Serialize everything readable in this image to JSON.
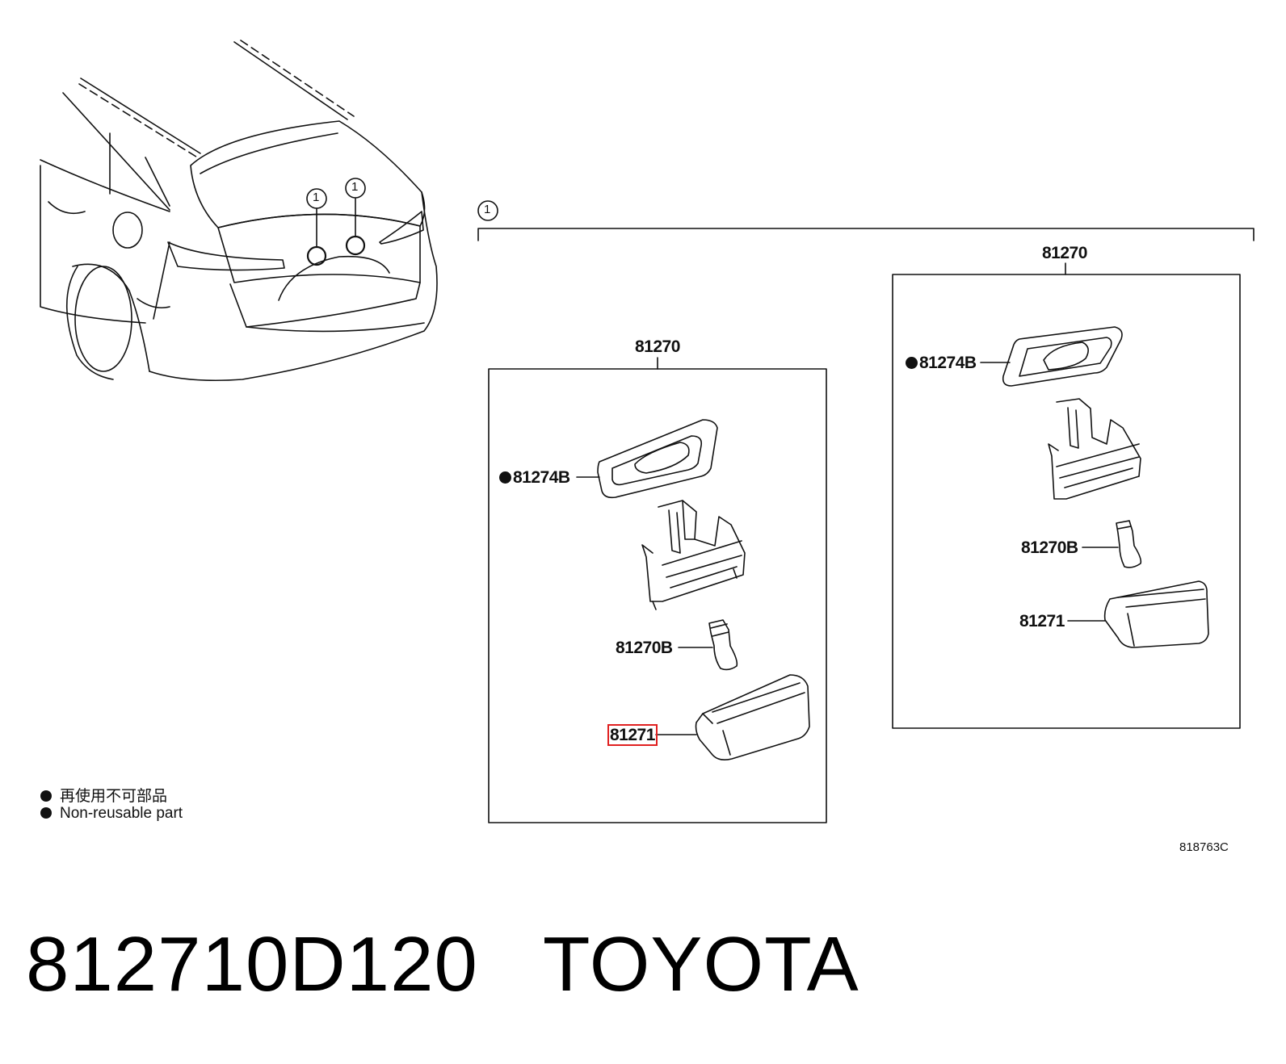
{
  "callout_number": "1",
  "assemblies": {
    "left": {
      "assembly_label": "81270",
      "gasket_label": "81274B",
      "bulb_label": "81270B",
      "lens_label": "81271"
    },
    "right": {
      "assembly_label": "81270",
      "gasket_label": "81274B",
      "bulb_label": "81270B",
      "lens_label": "81271"
    }
  },
  "legend": {
    "line_cn": "再使用不可部品",
    "line_en": "Non-reusable part"
  },
  "diagram_code": "818763C",
  "part_number": "812710D120",
  "brand": "TOYOTA",
  "highlight_color": "#e02020"
}
